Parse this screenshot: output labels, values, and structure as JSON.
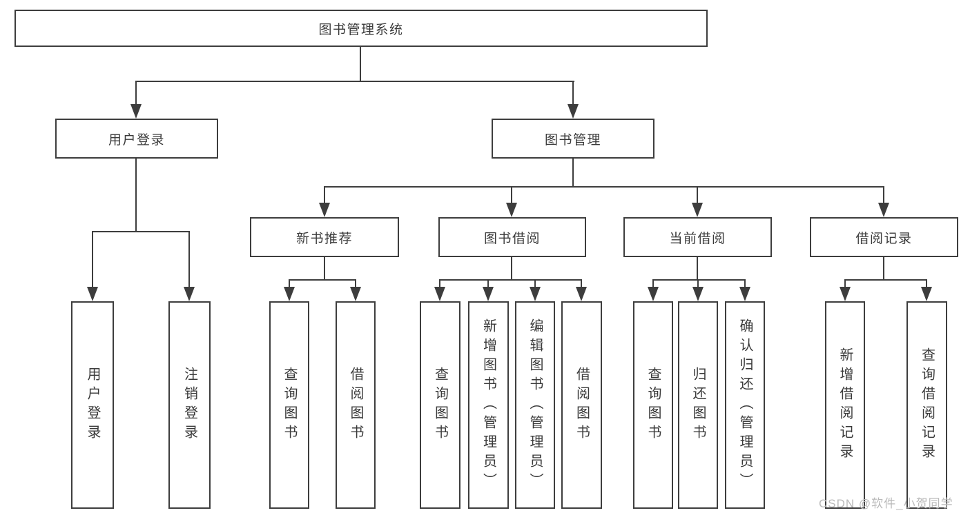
{
  "title": "图书管理系统",
  "colors": {
    "line": "#3d3d3d",
    "text": "#3a3a3a",
    "background": "#ffffff",
    "watermark": "#b9b9b9"
  },
  "watermark": {
    "text": "CSDN @软件_小贺同学"
  },
  "nodes": {
    "root": {
      "label": "图书管理系统"
    },
    "level2": [
      {
        "label": "用户登录",
        "parent": "图书管理系统"
      },
      {
        "label": "图书管理",
        "parent": "图书管理系统"
      }
    ],
    "level3": [
      {
        "label": "新书推荐",
        "parent": "图书管理"
      },
      {
        "label": "图书借阅",
        "parent": "图书管理"
      },
      {
        "label": "当前借阅",
        "parent": "图书管理"
      },
      {
        "label": "借阅记录",
        "parent": "图书管理"
      }
    ],
    "leaves": [
      {
        "label": "用户登录",
        "parent": "用户登录"
      },
      {
        "label": "注销登录",
        "parent": "用户登录"
      },
      {
        "label": "查询图书",
        "parent": "新书推荐"
      },
      {
        "label": "借阅图书",
        "parent": "新书推荐"
      },
      {
        "label": "查询图书",
        "parent": "图书借阅"
      },
      {
        "label": "新增图书（管理员）",
        "parent": "图书借阅"
      },
      {
        "label": "编辑图书（管理员）",
        "parent": "图书借阅"
      },
      {
        "label": "借阅图书",
        "parent": "图书借阅"
      },
      {
        "label": "查询图书",
        "parent": "当前借阅"
      },
      {
        "label": "归还图书",
        "parent": "当前借阅"
      },
      {
        "label": "确认归还（管理员）",
        "parent": "当前借阅"
      },
      {
        "label": "新增借阅记录",
        "parent": "借阅记录"
      },
      {
        "label": "查询借阅记录",
        "parent": "借阅记录"
      }
    ]
  }
}
